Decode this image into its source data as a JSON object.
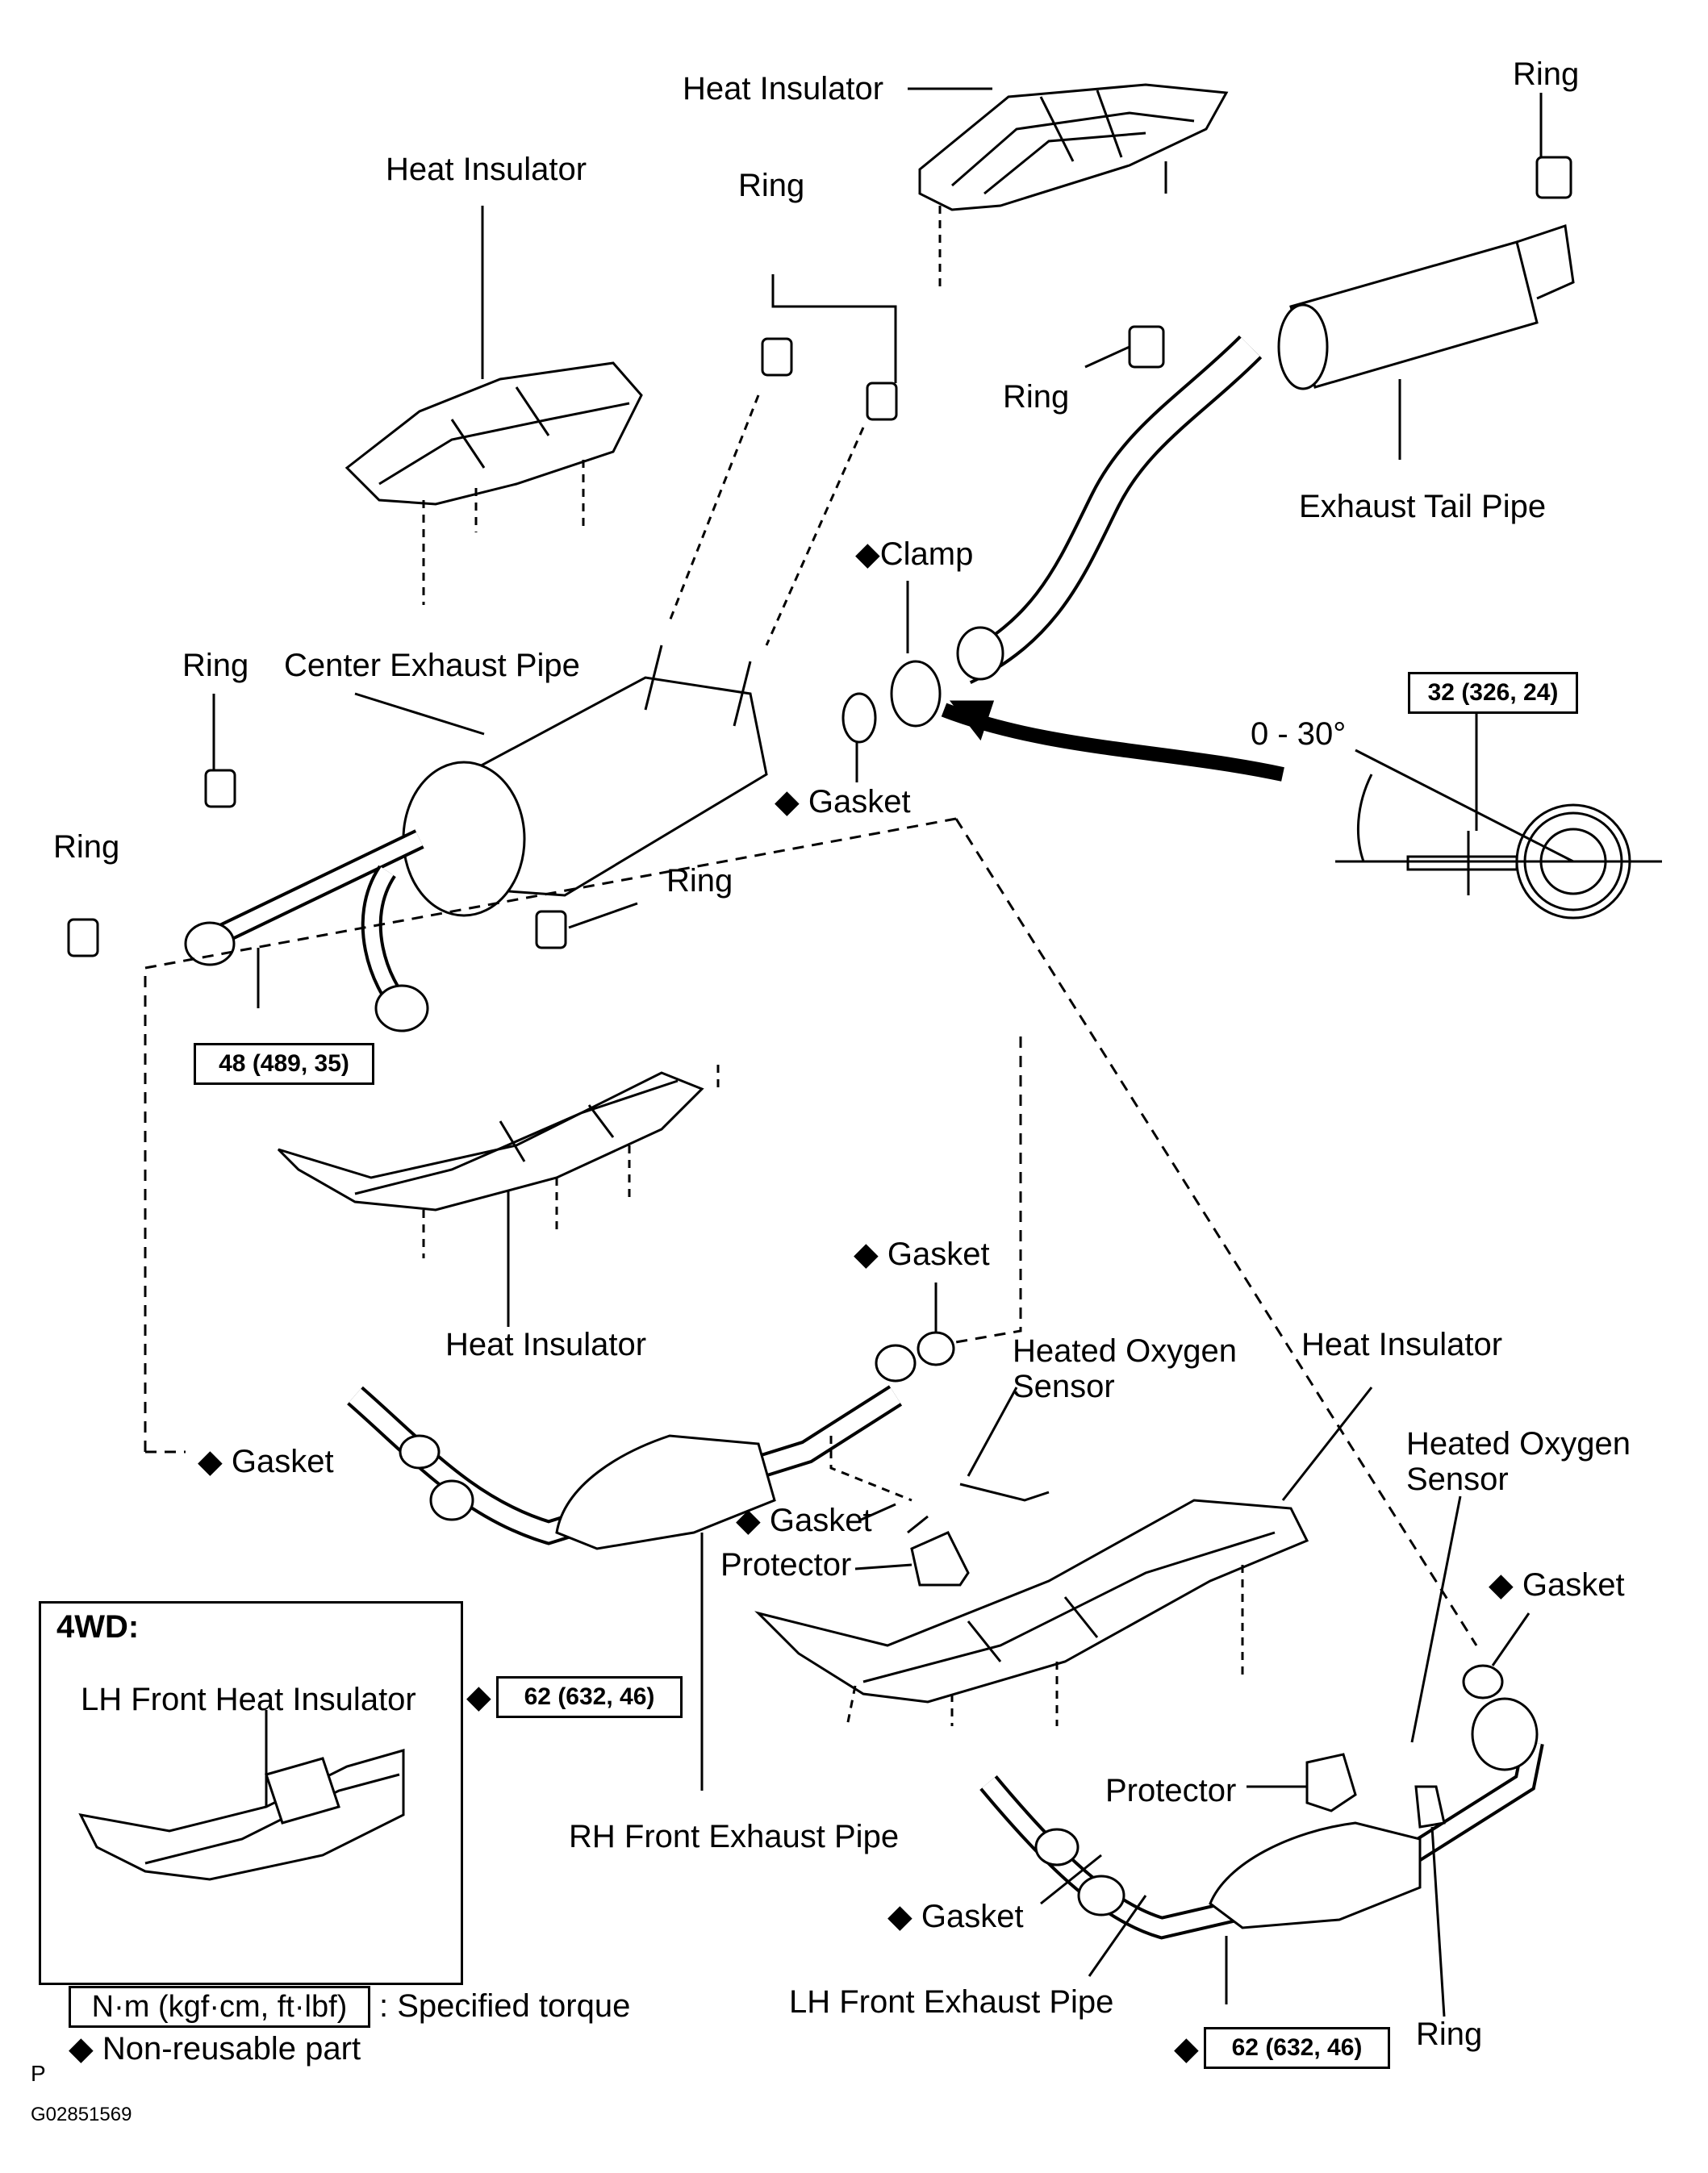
{
  "labels": {
    "heat_insulator_top": "Heat Insulator",
    "heat_insulator_left": "Heat Insulator",
    "ring_top_right": "Ring",
    "ring_upper": "Ring",
    "ring_tail": "Ring",
    "exhaust_tail_pipe": "Exhaust Tail Pipe",
    "clamp": "Clamp",
    "gasket_clamp": "Gasket",
    "ring_center": "Ring",
    "center_exhaust_pipe": "Center Exhaust Pipe",
    "ring_left": "Ring",
    "ring_center_right": "Ring",
    "angle": "0 - 30°",
    "heat_insulator_mid": "Heat Insulator",
    "gasket_front_top": "Gasket",
    "heated_oxygen_sensor_rh": "Heated Oxygen\nSensor",
    "heat_insulator_lower": "Heat Insulator",
    "heated_oxygen_sensor_lh": "Heated Oxygen\nSensor",
    "gasket_rh_left": "Gasket",
    "gasket_rh_sensor": "Gasket",
    "protector_rh": "Protector",
    "gasket_lh_right": "Gasket",
    "protector_lh": "Protector",
    "rh_front_exhaust_pipe": "RH Front Exhaust Pipe",
    "gasket_lh_left": "Gasket",
    "lh_front_exhaust_pipe": "LH Front Exhaust Pipe",
    "ring_bottom": "Ring"
  },
  "torque": {
    "clamp": "32 (326, 24)",
    "center_pipe": "48 (489, 35)",
    "rh_front": "62 (632, 46)",
    "lh_front": "62 (632, 46)"
  },
  "inset": {
    "title": "4WD:",
    "label": "LH Front Heat Insulator"
  },
  "legend": {
    "torque_box": "N·m (kgf·cm, ft·lbf)",
    "torque_text": ": Specified torque",
    "nonreusable": "Non-reusable part"
  },
  "marker": "◆",
  "footer": {
    "p": "P",
    "code": "G02851569"
  }
}
